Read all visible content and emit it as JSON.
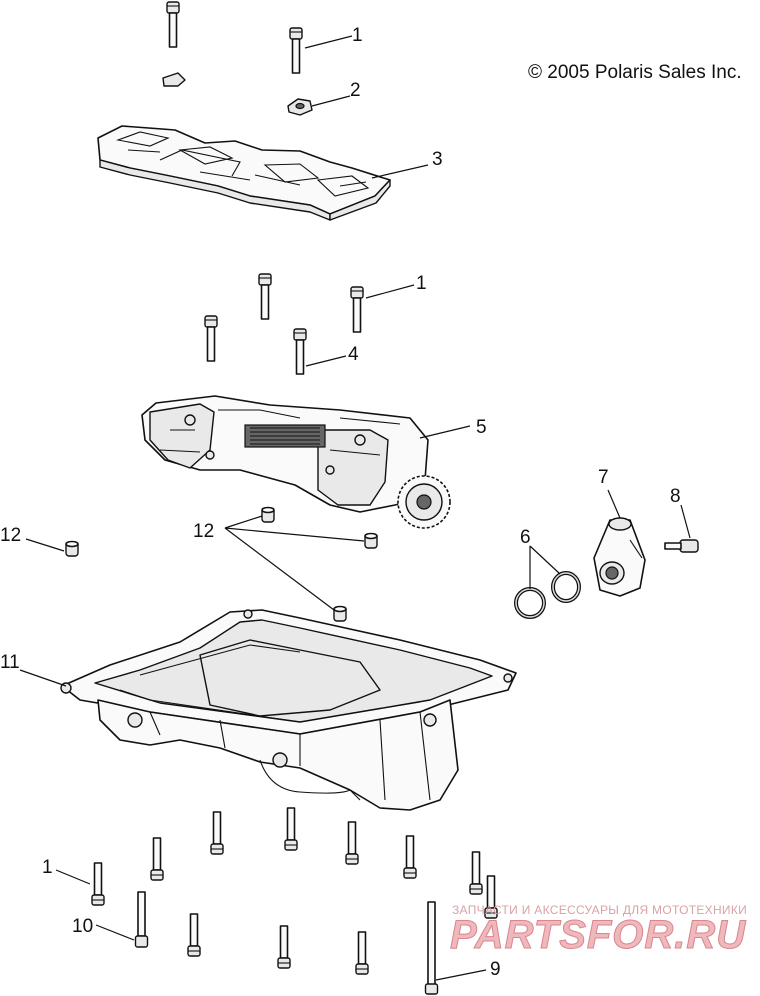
{
  "copyright": "© 2005 Polaris Sales Inc.",
  "callouts": [
    "1",
    "2",
    "3",
    "1",
    "4",
    "5",
    "12",
    "12",
    "7",
    "8",
    "6",
    "11",
    "1",
    "10",
    "9"
  ],
  "watermark": {
    "tagline": "ЗАПЧАСТИ И АКСЕССУАРЫ ДЛЯ МОТОТЕХНИКИ",
    "logo_text": "PARTSFOR.RU"
  }
}
